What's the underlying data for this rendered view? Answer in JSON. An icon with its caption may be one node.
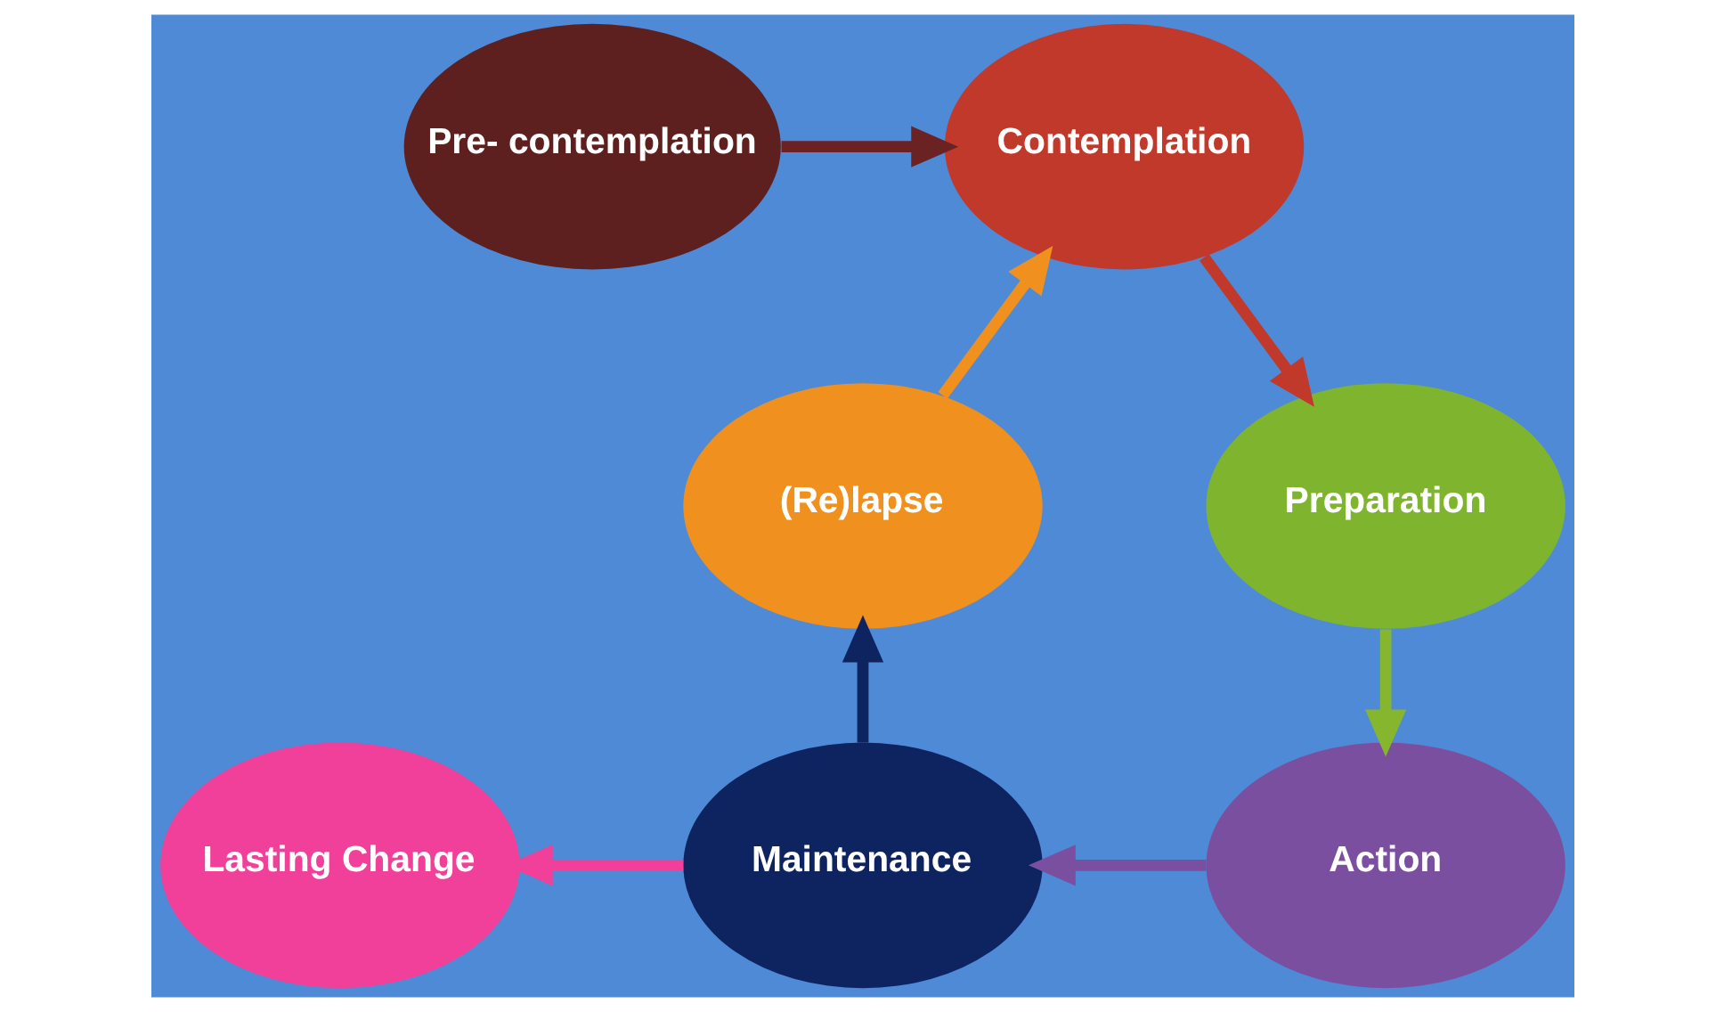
{
  "diagram": {
    "nodes": [
      {
        "text": [
          "Pre- contemplation"
        ]
      },
      {
        "text": [
          "Contemplation"
        ]
      },
      {
        "text": [
          "Preparation"
        ]
      },
      {
        "text": [
          "Action"
        ]
      },
      {
        "text": [
          "Maintenance"
        ]
      },
      {
        "text": [
          "(Re)lapse"
        ]
      },
      {
        "text": [
          "Lasting Change"
        ]
      }
    ],
    "edges": [
      {
        "from": 0,
        "to": 1,
        "arrow": "to",
        "color": "#6b2222"
      },
      {
        "from": 1,
        "to": 2,
        "arrow": "to",
        "color": "#c0392b"
      },
      {
        "from": 2,
        "to": 3,
        "arrow": "to",
        "color": "#86b52e"
      },
      {
        "from": 3,
        "to": 4,
        "arrow": "to",
        "color": "#7b4fa0"
      },
      {
        "from": 4,
        "to": 6,
        "arrow": "to",
        "color": "#f0409a"
      },
      {
        "from": 4,
        "to": 5,
        "arrow": "to",
        "color": "#0d2460"
      },
      {
        "from": 5,
        "to": 1,
        "arrow": "to",
        "color": "#f0901e"
      }
    ]
  }
}
